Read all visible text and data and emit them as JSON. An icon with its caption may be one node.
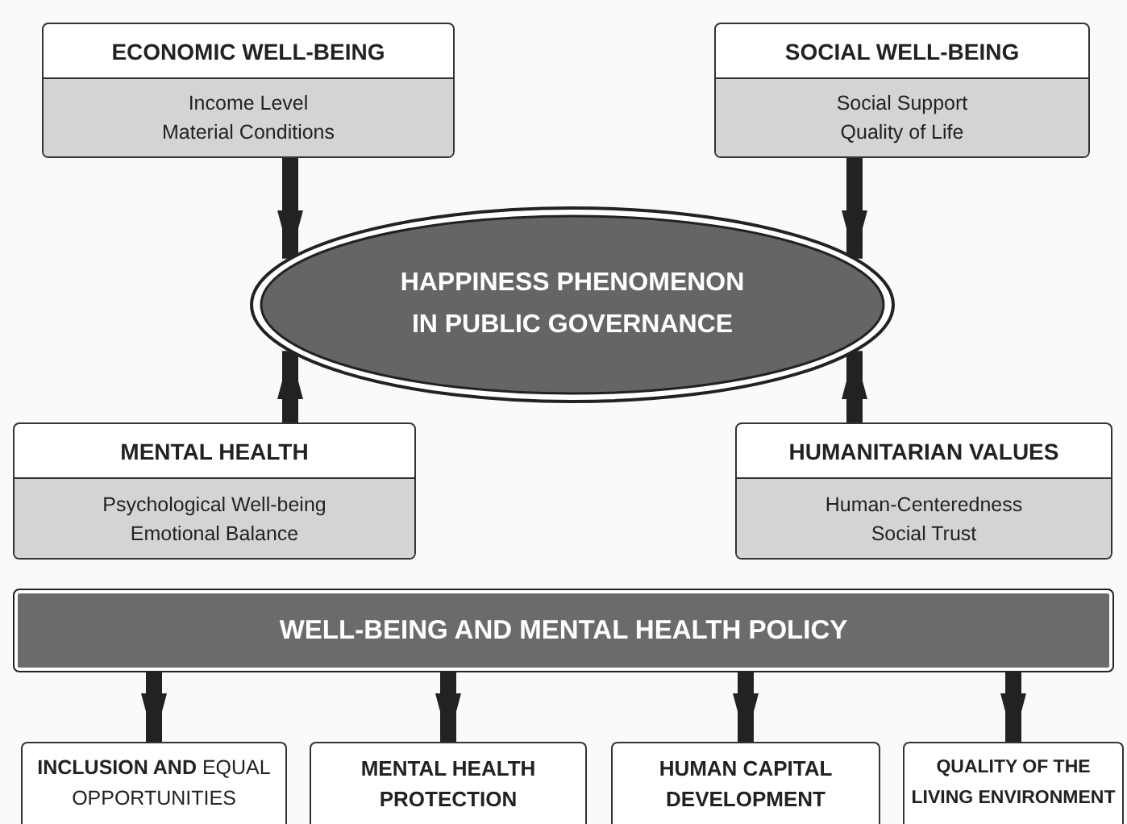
{
  "diagram": {
    "nodes": [
      {
        "text": [
          "ECONOMIC WELL-BEING",
          "Income Level",
          "Material Conditions"
        ]
      },
      {
        "text": [
          "SOCIAL WELL-BEING",
          "Social Support",
          "Quality of Life"
        ]
      },
      {
        "text": [
          "HAPPINESS PHENOMENON IN PUBLIC GOVERNANCE"
        ]
      },
      {
        "text": [
          "MENTAL HEALTH",
          "Psychological Well-being",
          "Emotional Balance"
        ]
      },
      {
        "text": [
          "HUMANITARIAN VALUES",
          "Human-Centeredness",
          "Social Trust"
        ]
      },
      {
        "text": [
          "WELL-BEING AND MENTAL HEALTH POLICY"
        ]
      },
      {
        "text": [
          "**INCLUSION AND** EQUAL OPPORTUNITIES"
        ]
      },
      {
        "text": [
          "MENTAL HEALTH PROTECTION"
        ]
      },
      {
        "text": [
          "HUMAN CAPITAL DEVELOPMENT"
        ]
      },
      {
        "text": [
          "QUALITY OF THE LIVING ENVIRONMENT"
        ]
      }
    ],
    "edges": [
      {
        "from": 0,
        "to": 2,
        "arrow": "to"
      },
      {
        "from": 1,
        "to": 2,
        "arrow": "to"
      },
      {
        "from": 3,
        "to": 2,
        "arrow": "to"
      },
      {
        "from": 4,
        "to": 2,
        "arrow": "to"
      },
      {
        "from": 5,
        "to": 6,
        "arrow": "to"
      },
      {
        "from": 5,
        "to": 7,
        "arrow": "to"
      },
      {
        "from": 5,
        "to": 8,
        "arrow": "to"
      },
      {
        "from": 5,
        "to": 9,
        "arrow": "to"
      }
    ]
  }
}
